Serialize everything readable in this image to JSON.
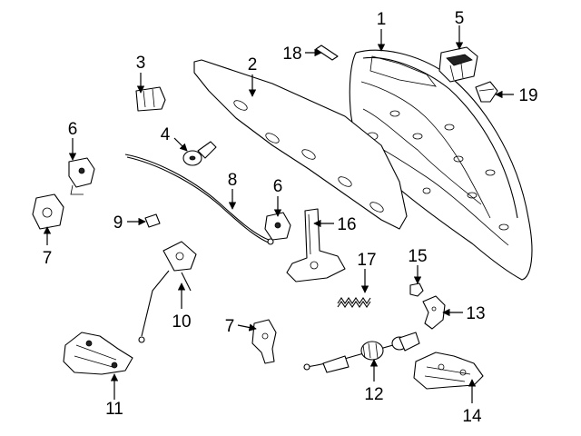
{
  "callouts": {
    "c1": "1",
    "c2": "2",
    "c3": "3",
    "c4": "4",
    "c5": "5",
    "c6a": "6",
    "c6b": "6",
    "c7a": "7",
    "c7b": "7",
    "c8": "8",
    "c9": "9",
    "c10": "10",
    "c11": "11",
    "c12": "12",
    "c13": "13",
    "c14": "14",
    "c15": "15",
    "c16": "16",
    "c17": "17",
    "c18": "18",
    "c19": "19"
  }
}
